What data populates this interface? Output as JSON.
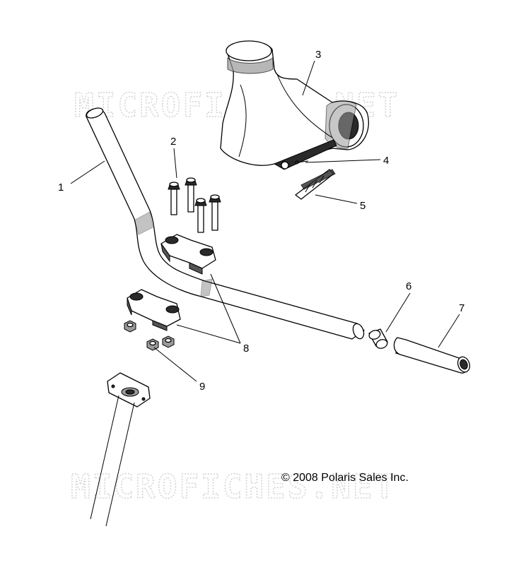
{
  "watermark": "MICROFICHES.NET",
  "copyright": "© 2008 Polaris Sales Inc.",
  "callouts": {
    "c1": "1",
    "c2": "2",
    "c3": "3",
    "c4": "4",
    "c5": "5",
    "c6": "6",
    "c7": "7",
    "c8": "8",
    "c9": "9"
  }
}
